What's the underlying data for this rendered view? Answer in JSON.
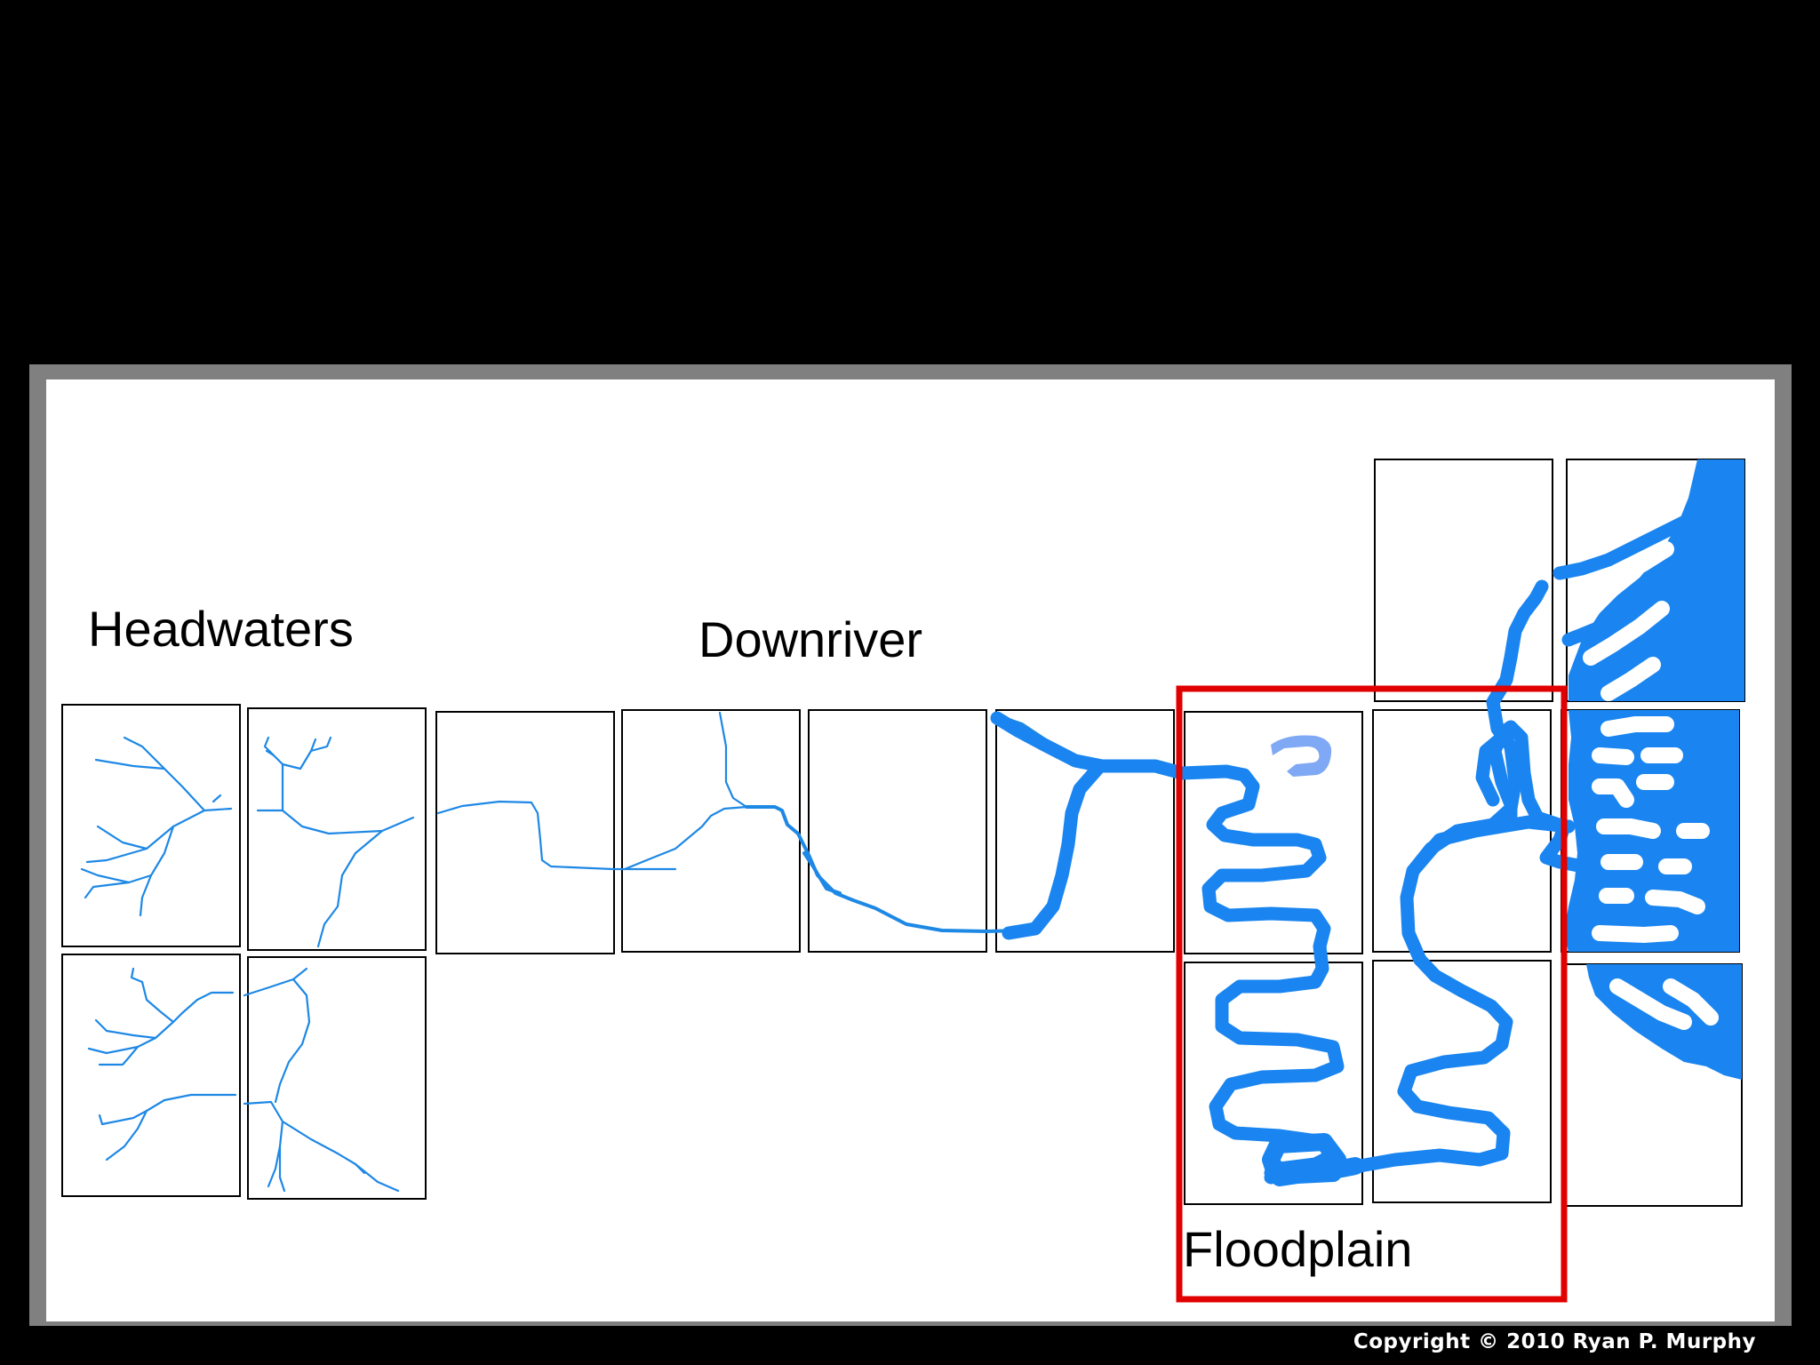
{
  "labels": {
    "headwaters": "Headwaters",
    "downriver": "Downriver",
    "floodplain": "Floodplain"
  },
  "copyright": "Copyright © 2010 Ryan P. Murphy",
  "colors": {
    "river": "#1a85f0",
    "oxbow": "#7fa8f5",
    "highlight": "#e00000",
    "frame": "#808080",
    "background": "#000000"
  }
}
